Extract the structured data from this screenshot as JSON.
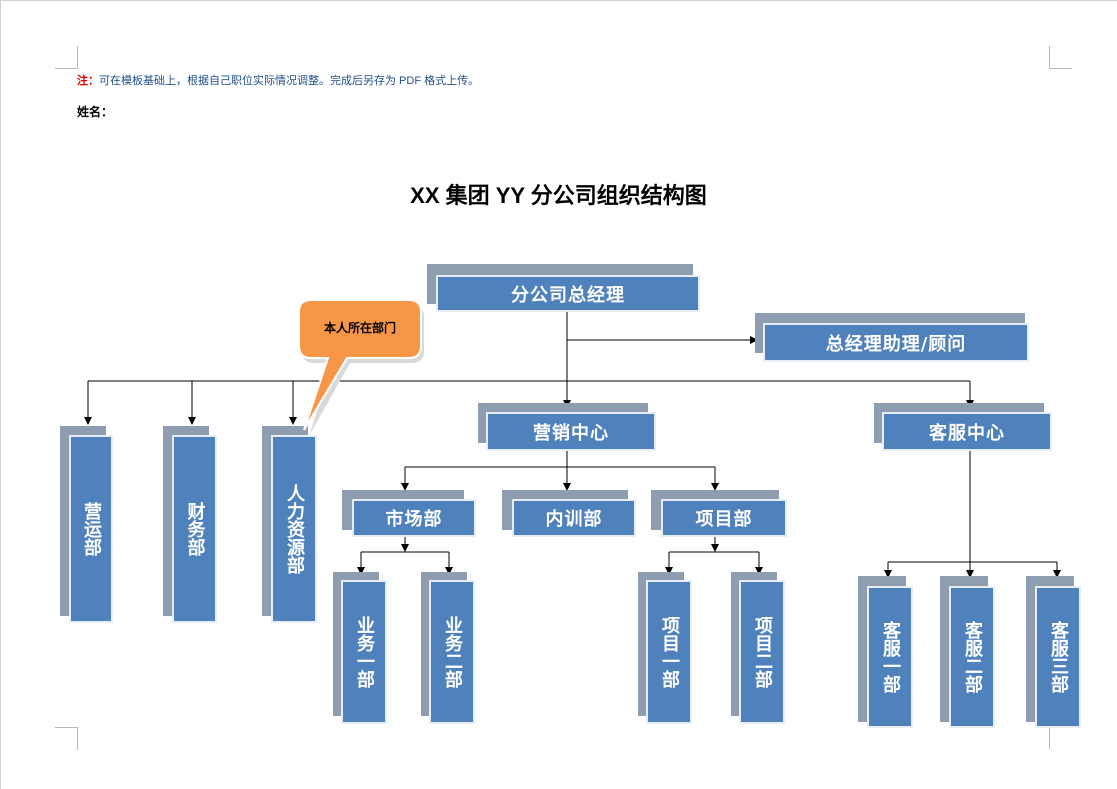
{
  "note": {
    "label": "注：",
    "text": "可在模板基础上，根据自己职位实际情况调整。完成后另存为 PDF 格式上传。"
  },
  "name_label": "姓名：",
  "title": "XX 集团 YY 分公司组织结构图",
  "callout": {
    "text": "本人所在部门",
    "fill": "#f79646"
  },
  "colors": {
    "box_fill": "#4f81bd",
    "box_shadow": "#8e9db0",
    "box_text": "#ffffff",
    "note_label": "#e00000",
    "note_text": "#1f4e8c"
  },
  "org": {
    "gm": "分公司总经理",
    "assistant": "总经理助理/顾问",
    "yingyun": "营运部",
    "caiwu": "财务部",
    "renli": "人力资源部",
    "marketing_center": "营销中心",
    "service_center": "客服中心",
    "market_dept": "市场部",
    "training_dept": "内训部",
    "project_dept": "项目部",
    "biz1": "业务一部",
    "biz2": "业务二部",
    "proj1": "项目一部",
    "proj2": "项目二部",
    "svc1": "客服一部",
    "svc2": "客服二部",
    "svc3": "客服三部"
  }
}
